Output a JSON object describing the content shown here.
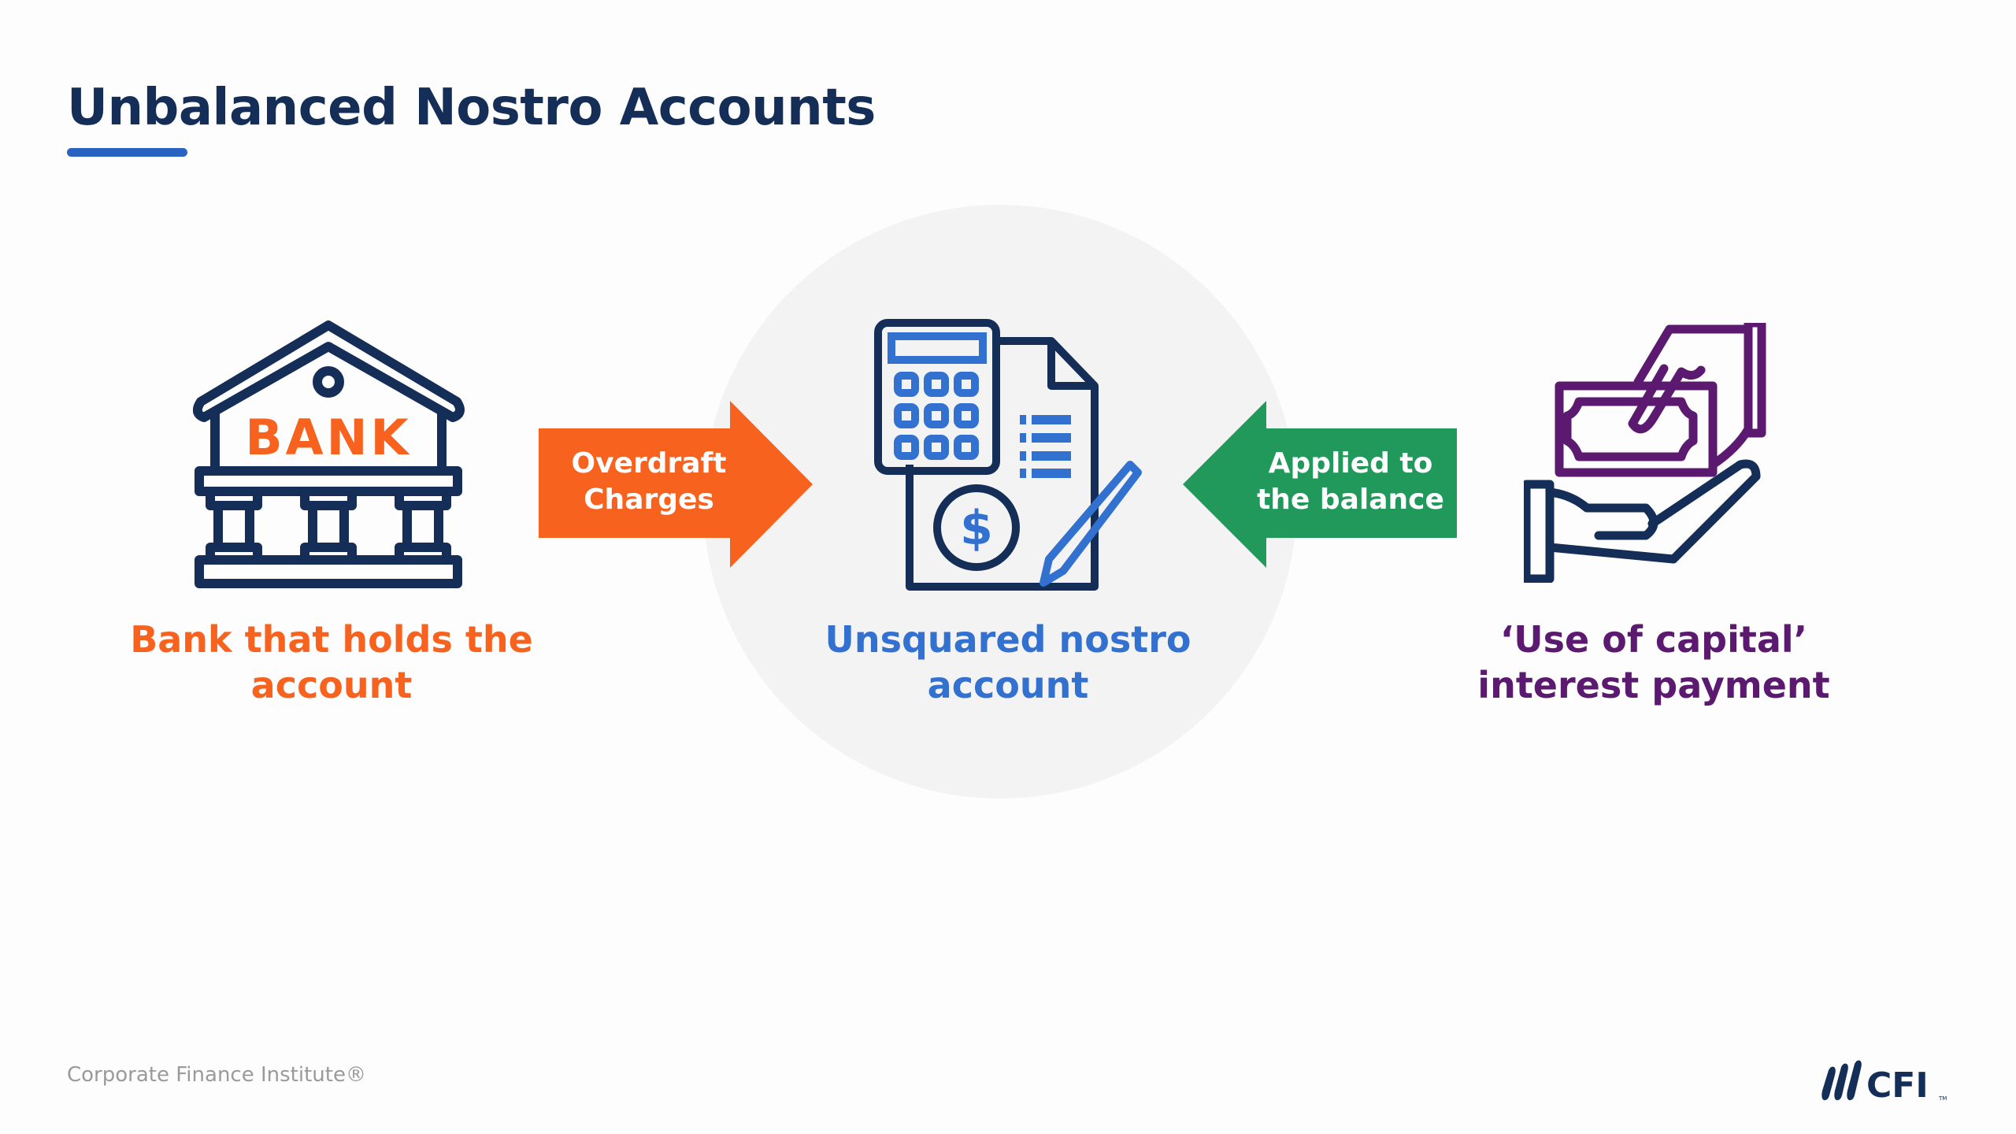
{
  "title": "Unbalanced Nostro Accounts",
  "colors": {
    "navy": "#142e57",
    "orange": "#f7621e",
    "blue": "#3371d1",
    "green": "#20995b",
    "purple": "#5b1a6f",
    "circle": "#f3f3f3"
  },
  "nodes": [
    {
      "icon": "bank-icon",
      "icon_text": "BANK",
      "label_line1": "Bank that holds the",
      "label_line2": "account"
    },
    {
      "icon": "calculator-document-icon",
      "label_line1": "Unsquared nostro",
      "label_line2": "account"
    },
    {
      "icon": "hand-money-icon",
      "label_line1": "‘Use of capital’",
      "label_line2": "interest payment"
    }
  ],
  "arrows": [
    {
      "direction": "right",
      "line1": "Overdraft",
      "line2": "Charges"
    },
    {
      "direction": "left",
      "line1": "Applied to",
      "line2": "the balance"
    }
  ],
  "footer": {
    "text": "Corporate Finance Institute®",
    "logo_text": "CFI",
    "logo_tm": "TM"
  }
}
